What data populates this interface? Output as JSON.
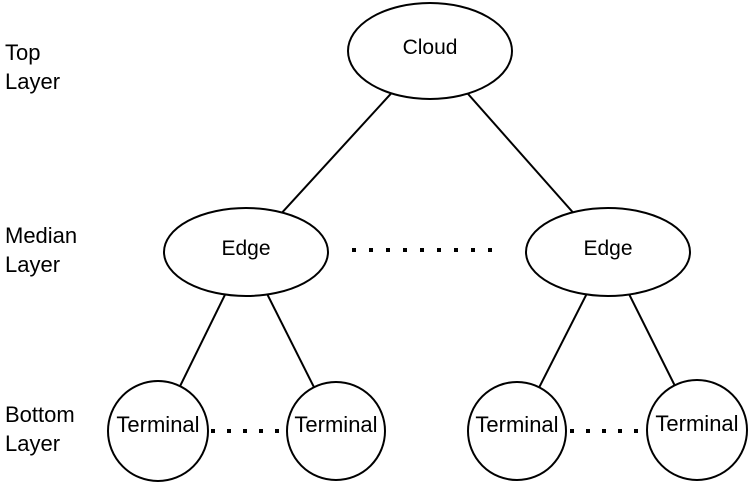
{
  "diagram": {
    "background": "#ffffff",
    "colors": {
      "stroke": "#000000",
      "text": "#000000",
      "node_fill": "#ffffff"
    },
    "layers": [
      {
        "id": "top",
        "label_lines": [
          "Top",
          "Layer"
        ]
      },
      {
        "id": "median",
        "label_lines": [
          "Median",
          "Layer"
        ]
      },
      {
        "id": "bottom",
        "label_lines": [
          "Bottom",
          "Layer"
        ]
      }
    ],
    "nodes": {
      "cloud": {
        "label": "Cloud",
        "layer": "top"
      },
      "edges": [
        {
          "label": "Edge",
          "layer": "median"
        },
        {
          "label": "Edge",
          "layer": "median"
        }
      ],
      "terminals": [
        {
          "label": "Terminal",
          "layer": "bottom"
        },
        {
          "label": "Terminal",
          "layer": "bottom"
        },
        {
          "label": "Terminal",
          "layer": "bottom"
        },
        {
          "label": "Terminal",
          "layer": "bottom"
        }
      ]
    },
    "links": [
      {
        "from": "cloud",
        "to": "edge-left",
        "style": "solid"
      },
      {
        "from": "cloud",
        "to": "edge-right",
        "style": "solid"
      },
      {
        "from": "edge-left",
        "to": "terminal-1",
        "style": "solid"
      },
      {
        "from": "edge-left",
        "to": "terminal-2",
        "style": "solid"
      },
      {
        "from": "edge-right",
        "to": "terminal-3",
        "style": "solid"
      },
      {
        "from": "edge-right",
        "to": "terminal-4",
        "style": "solid"
      },
      {
        "from": "edge-left",
        "to": "edge-right",
        "style": "dotted-ellipsis"
      },
      {
        "from": "terminal-1",
        "to": "terminal-2",
        "style": "dotted-ellipsis"
      },
      {
        "from": "terminal-3",
        "to": "terminal-4",
        "style": "dotted-ellipsis"
      }
    ]
  }
}
